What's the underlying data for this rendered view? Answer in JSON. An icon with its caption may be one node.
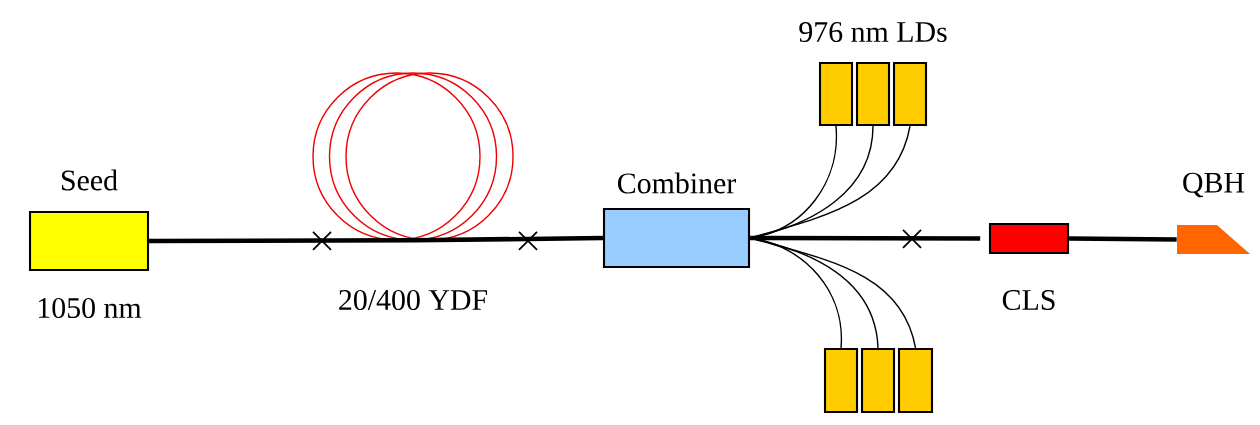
{
  "diagram": {
    "nodes": [
      {
        "text": [
          "Seed"
        ],
        "beside": [
          "1050 nm"
        ]
      },
      {
        "text": [],
        "shape": "circle"
      },
      {
        "text": [
          "Combiner"
        ]
      },
      {
        "text": [],
        "shape": "box"
      },
      {
        "text": [],
        "shape": "box"
      },
      {
        "text": [],
        "shape": "box"
      },
      {
        "text": [],
        "shape": "box"
      },
      {
        "text": [],
        "shape": "box"
      },
      {
        "text": [],
        "shape": "box"
      },
      {
        "text": [
          "CLS"
        ]
      },
      {
        "text": [
          "QBH"
        ]
      }
    ],
    "edges": [
      {
        "from": 0,
        "to": 1,
        "arrow": "none",
        "style": "thick"
      },
      {
        "from": 1,
        "to": 2,
        "arrow": "none",
        "style": "thick"
      },
      {
        "from": 3,
        "to": 2,
        "arrow": "none"
      },
      {
        "from": 4,
        "to": 2,
        "arrow": "none"
      },
      {
        "from": 5,
        "to": 2,
        "arrow": "none"
      },
      {
        "from": 6,
        "to": 2,
        "arrow": "none"
      },
      {
        "from": 7,
        "to": 2,
        "arrow": "none"
      },
      {
        "from": 8,
        "to": 2,
        "arrow": "none"
      },
      {
        "from": 2,
        "to": 9,
        "arrow": "none",
        "style": "thick"
      },
      {
        "from": 9,
        "to": 10,
        "arrow": "none",
        "style": "thick"
      }
    ],
    "labels": [
      "20/400 YDF",
      "976 nm LDs"
    ]
  }
}
